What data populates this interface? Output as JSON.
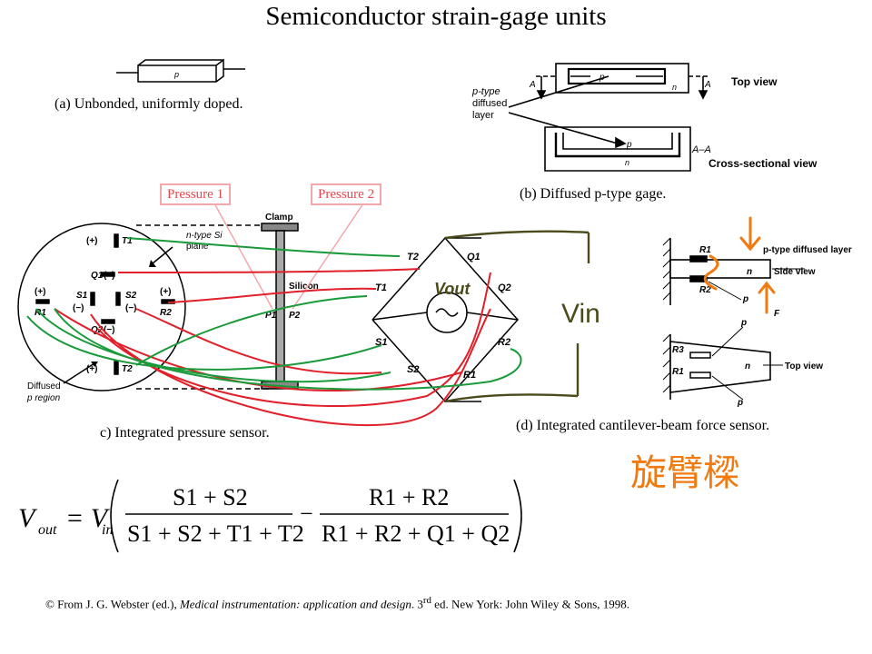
{
  "title": "Semiconductor strain-gage units",
  "captions": {
    "a": "(a) Unbonded, uniformly doped.",
    "b": "(b) Diffused p-type gage.",
    "c": "c) Integrated pressure sensor.",
    "d": "(d) Integrated cantilever-beam force sensor."
  },
  "pressure_labels": [
    "Pressure 1",
    "Pressure 2"
  ],
  "fig_a": {
    "p": "p"
  },
  "fig_b": {
    "top_view": "Top view",
    "cross_view": "Cross-sectional view",
    "layer": [
      "p-type",
      "diffused",
      "layer"
    ],
    "A": "A",
    "AA": "A–A",
    "p": "p",
    "n": "n"
  },
  "fig_c": {
    "clamp": "Clamp",
    "silicon": "Silicon",
    "n_type": [
      "n-type Si",
      "plane"
    ],
    "diffused": [
      "Diffused",
      "p region"
    ],
    "T1": "T1",
    "T2": "T2",
    "Q1": "Q1",
    "Q2": "Q2",
    "S1": "S1",
    "S2": "S2",
    "R1": "R1",
    "R2": "R2",
    "P1": "P1",
    "P2": "P2",
    "plus": "(+)",
    "minus": "(−)"
  },
  "bridge": {
    "T2": "T2",
    "Q1": "Q1",
    "T1": "T1",
    "Q2": "Q2",
    "S1": "S1",
    "R2": "R2",
    "S2": "S2",
    "R1": "R1",
    "source": "~"
  },
  "handwriting": {
    "vin": "Vin",
    "vout": "Vout",
    "cjk": "旋臂樑"
  },
  "fig_d": {
    "p_type": "p-type diffused layer",
    "side": "Side view",
    "top": "Top view",
    "R1": "R1",
    "R2": "R2",
    "R3": "R3",
    "n": "n",
    "p": "p",
    "F": "F"
  },
  "equation": {
    "lhs": "V",
    "lhs_sub": "out",
    "eq": "= V",
    "eq_sub": "in",
    "num1": "S1 + S2",
    "den1": "S1 + S2 + T1 + T2",
    "minus": "−",
    "num2": "R1 + R2",
    "den2": "R1 + R2 + Q1 + Q2"
  },
  "credit": {
    "prefix": "© From J. G. Webster (ed.), ",
    "book": "Medical instrumentation: application and design",
    "mid": ". 3",
    "sup": "rd",
    "suffix": " ed. New York: John Wiley & Sons, 1998."
  },
  "colors": {
    "red": "#e0202a",
    "green": "#1a9a3a",
    "olive": "#4a4a1a",
    "orange": "#f07a10",
    "pink": "#f2a7ab"
  }
}
